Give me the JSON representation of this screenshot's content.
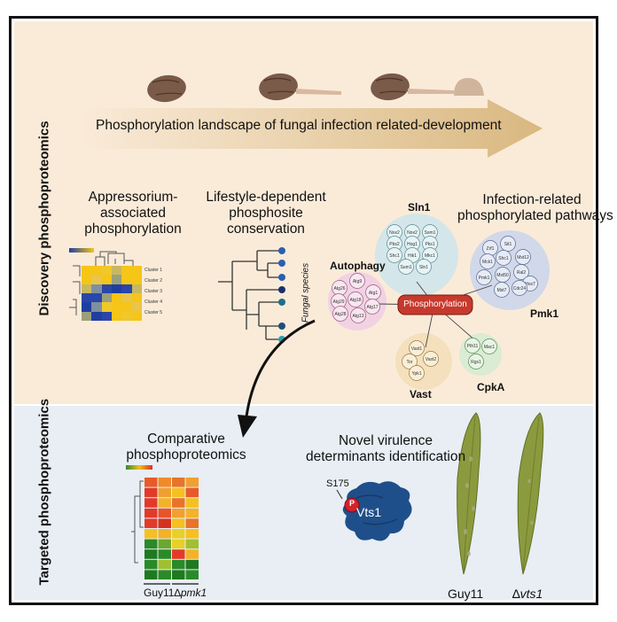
{
  "sections": {
    "discovery": "Discovery phosphoproteomics",
    "targeted": "Targeted phosphoproteomics"
  },
  "arrow_label": "Phosphorylation landscape  of fungal infection related-development",
  "panels": {
    "appressorium": {
      "line1": "Appressorium-",
      "line2": "associated",
      "line3": "phosphorylation"
    },
    "lifestyle": {
      "line1": "Lifestyle-dependent",
      "line2": "phosphosite",
      "line3": "conservation"
    },
    "infection": {
      "line1": "Infection-related",
      "line2": "phosphorylated pathways"
    },
    "comparative": {
      "line1": "Comparative",
      "line2": "phosphoproteomics"
    },
    "novel": {
      "line1": "Novel virulence",
      "line2": "determinants identification"
    }
  },
  "heatmap_clusters": [
    "Cluster 1",
    "Cluster 2",
    "Cluster 3",
    "Cluster 4",
    "Cluster 5"
  ],
  "tree_label": "Fungal species",
  "network": {
    "center": "Phosphorylation",
    "pathways": {
      "sln1": {
        "label": "Sln1",
        "nodes": [
          "Nox2",
          "Nox2",
          "Ssm1",
          "Pbs2",
          "Hog1",
          "Pks1",
          "Shc1",
          "Hik1",
          "Mkc1",
          "Sum1",
          "Sln1"
        ]
      },
      "pmk1": {
        "label": "Pmk1",
        "nodes": [
          "Zrf1",
          "Sit1",
          "Mck1",
          "Shc1",
          "Mst12",
          "Pmk1",
          "Mst50",
          "Ral2",
          "Hox7",
          "Mst7",
          "Cdc24"
        ]
      },
      "autophagy": {
        "label": "Autophagy",
        "nodes": [
          "Atg26",
          "Atg9",
          "Atg1",
          "Atg29",
          "Atg18",
          "Atg17",
          "Atg28",
          "Atg13"
        ]
      },
      "vast": {
        "label": "Vast",
        "nodes": [
          "Vast1",
          "Tor",
          "Vast2",
          "Ypk1"
        ]
      },
      "cpka": {
        "label": "CpkA",
        "nodes": [
          "Pth11",
          "Mac1",
          "Rgs1"
        ]
      }
    }
  },
  "comparative_labels": {
    "guy11": "Guy11",
    "mutant_prefix": "∆",
    "mutant": "pmk1"
  },
  "vts1": {
    "site": "S175",
    "p": "P",
    "protein": "Vts1"
  },
  "leaf_labels": {
    "guy11": "Guy11",
    "mutant_prefix": "∆",
    "mutant": "vts1"
  },
  "colors": {
    "top_bg": "#faebd9",
    "bottom_bg": "#e8eef4",
    "arrow": "#e2c48f",
    "protein": "#1f4f8a",
    "leaf": "#8b9a3e"
  }
}
